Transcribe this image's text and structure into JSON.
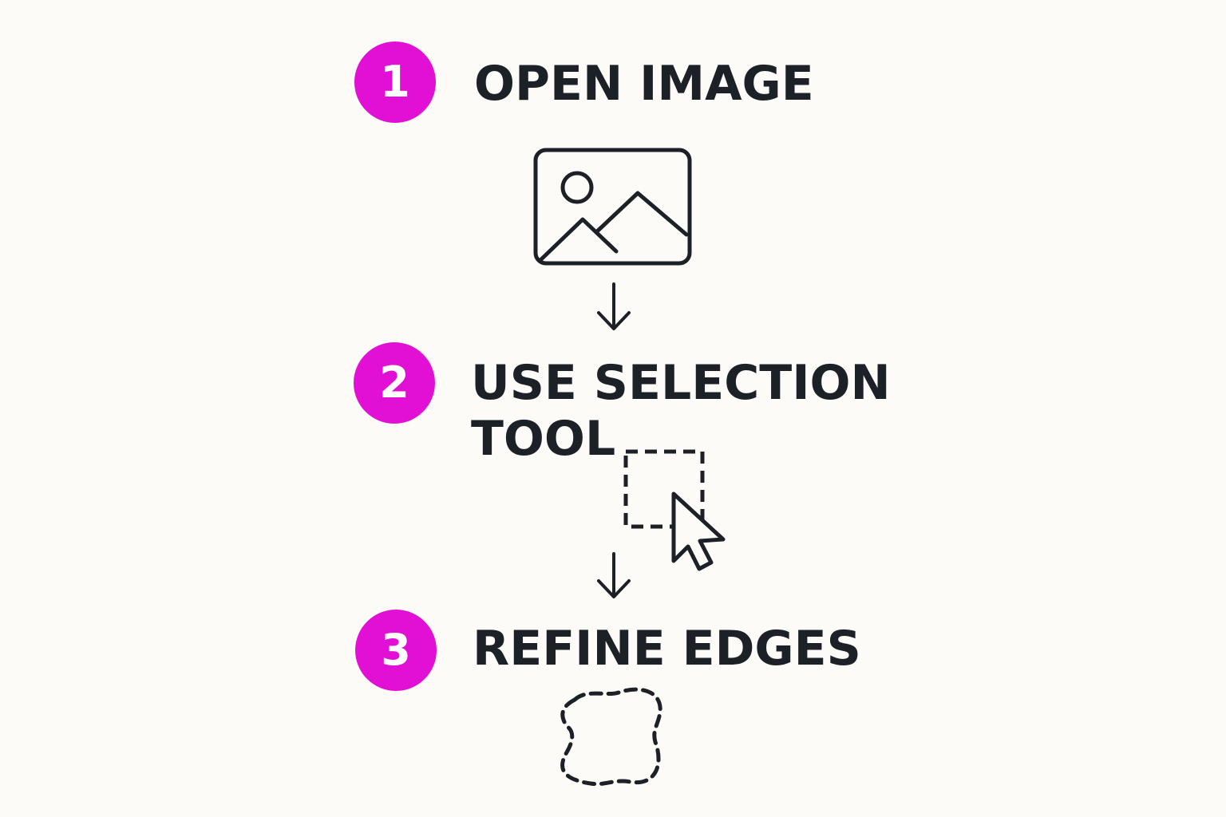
{
  "colors": {
    "background": "#fcfbf8",
    "accent": "#e20fd5",
    "ink": "#1b2126"
  },
  "steps": [
    {
      "number": "1",
      "title": "OPEN IMAGE",
      "icon": "image-icon"
    },
    {
      "number": "2",
      "title": "USE SELECTION\nTOOL",
      "icon": "selection-cursor-icon"
    },
    {
      "number": "3",
      "title": "REFINE EDGES",
      "icon": "lasso-selection-icon"
    }
  ],
  "connectors": [
    "down-arrow-icon",
    "down-arrow-icon"
  ]
}
